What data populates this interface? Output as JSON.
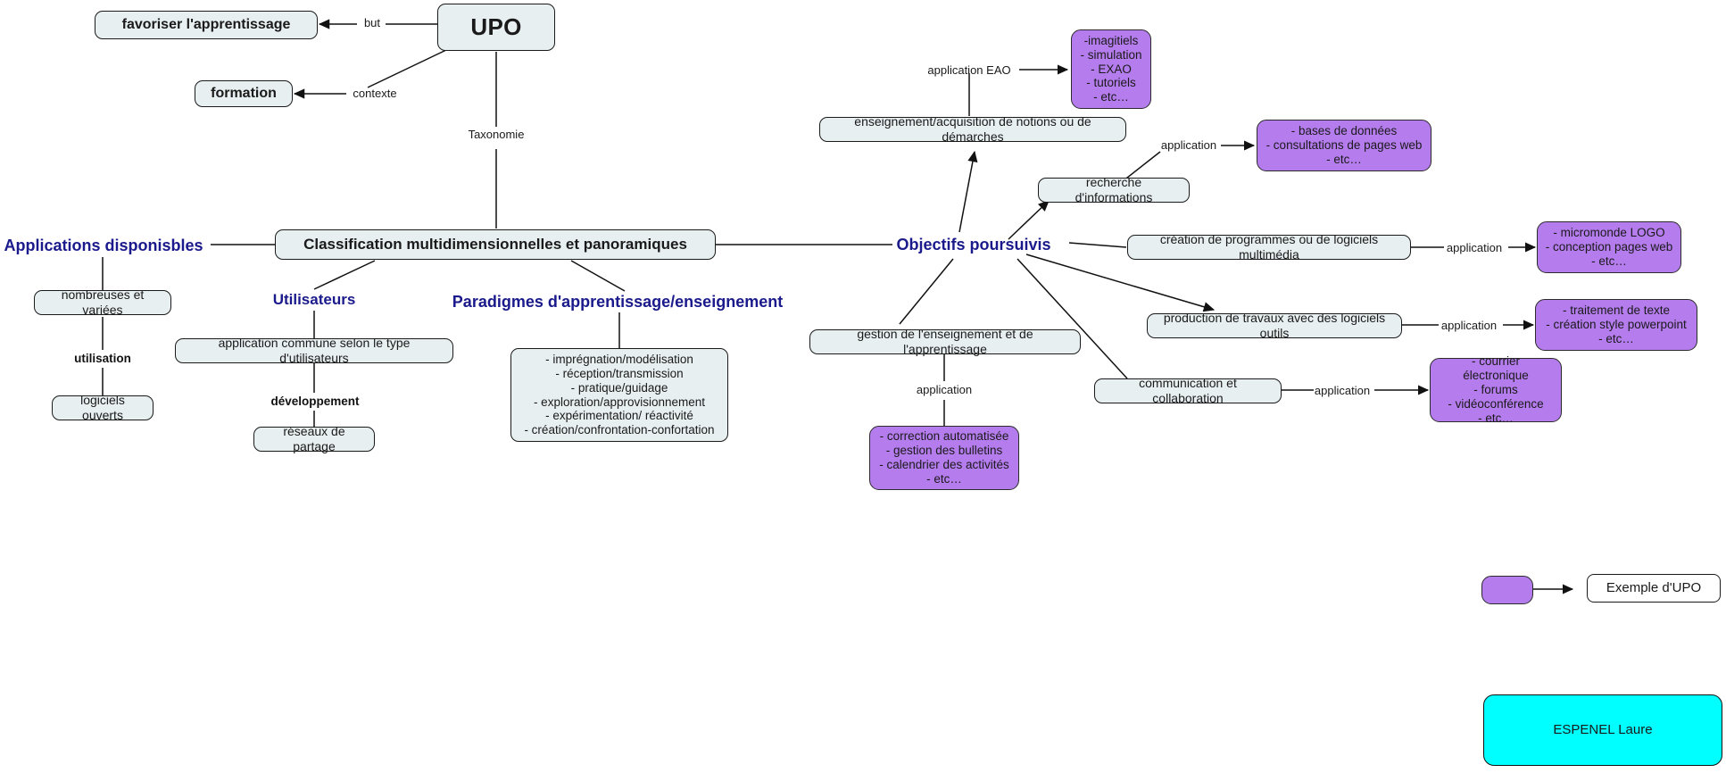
{
  "diagram": {
    "title": "UPO",
    "author_badge": "ESPENEL Laure",
    "legend": {
      "swatch_name": "purple-swatch",
      "label": "Exemple d'UPO",
      "swatch_color": "#b57cee"
    },
    "colors": {
      "node_fill": "#e8eff1",
      "example_fill": "#b57cee",
      "heading_text": "#1a1a8c",
      "badge_fill": "#00ffff",
      "stroke": "#1a1a1a"
    }
  },
  "nodes": {
    "upo": "UPO",
    "favoriser": "favoriser l'apprentissage",
    "formation": "formation",
    "classification": "Classification multidimensionnelles et panoramiques",
    "applications_disponibles": "Applications disponisbles",
    "nombreuses": "nombreuses et variées",
    "logiciels_ouverts": "logiciels ouverts",
    "utilisateurs": "Utilisateurs",
    "application_commune": "application commune selon le type d'utilisateurs",
    "reseaux": "réseaux de partage",
    "paradigmes": "Paradigmes d'apprentissage/enseignement",
    "paradigmes_list": "- imprégnation/modélisation\n- réception/transmission\n- pratique/guidage\n- exploration/approvisionnement\n- expérimentation/ réactivité\n- création/confrontation-confortation",
    "objectifs": "Objectifs poursuivis",
    "enseignement_acquisition": "enseignement/acquisition de notions ou de démarches",
    "eao_examples": "-imagitiels\n- simulation\n- EXAO\n- tutoriels\n- etc…",
    "recherche_informations": "recherche d'informations",
    "recherche_examples": "- bases de données\n- consultations de pages web\n- etc…",
    "creation_programmes": "création de programmes ou de logiciels multimédia",
    "creation_examples": "- micromonde LOGO\n- conception pages web\n- etc…",
    "production_travaux": "production de travaux avec des logiciels outils",
    "production_examples": "- traitement de texte\n- création style powerpoint\n- etc…",
    "communication": "communication et collaboration",
    "communication_examples": "- courrier électronique\n- forums\n- vidéoconférence\n- etc…",
    "gestion": "gestion de l'enseignement et de l'apprentissage",
    "gestion_examples": "- correction automatisée\n- gestion des bulletins\n- calendrier des activités\n- etc…"
  },
  "link_labels": {
    "but": "but",
    "contexte": "contexte",
    "taxonomie": "Taxonomie",
    "utilisation": "utilisation",
    "developpement": "développement",
    "application_eao": "application EAO",
    "application_recherche": "application",
    "application_creation": "application",
    "application_production": "application",
    "application_communication": "application",
    "application_gestion": "application"
  }
}
